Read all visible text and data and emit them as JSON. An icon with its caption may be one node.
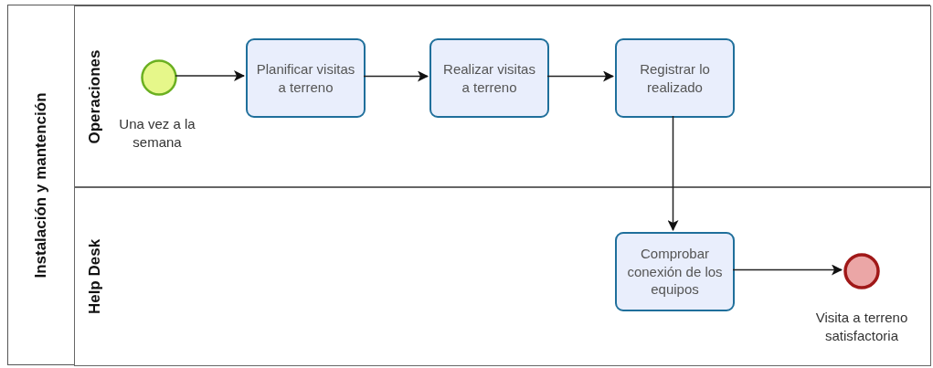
{
  "diagram": {
    "nodes": [
      {
        "text": [
          "Instalación y mantención"
        ]
      },
      {
        "text": [
          "Operaciones"
        ],
        "in": 0
      },
      {
        "text": [
          "Help Desk"
        ],
        "in": 0
      },
      {
        "text": [],
        "shape": "circle",
        "beside": [
          "Una vez a la semana"
        ],
        "in": 1
      },
      {
        "text": [
          "Planificar visitas a terreno"
        ],
        "in": 1
      },
      {
        "text": [
          "Realizar visitas a terreno"
        ],
        "in": 1
      },
      {
        "text": [
          "Registrar lo realizado"
        ],
        "in": 1
      },
      {
        "text": [
          "Comprobar conexión de los equipos"
        ],
        "in": 2
      },
      {
        "text": [],
        "shape": "circle",
        "beside": [
          "Visita a terreno satisfactoria"
        ],
        "in": 2
      }
    ],
    "edges": [
      {
        "from": 3,
        "to": 4,
        "arrow": "to"
      },
      {
        "from": 4,
        "to": 5,
        "arrow": "to"
      },
      {
        "from": 5,
        "to": 6,
        "arrow": "to"
      },
      {
        "from": 6,
        "to": 7,
        "arrow": "to"
      },
      {
        "from": 7,
        "to": 8,
        "arrow": "to"
      }
    ]
  }
}
